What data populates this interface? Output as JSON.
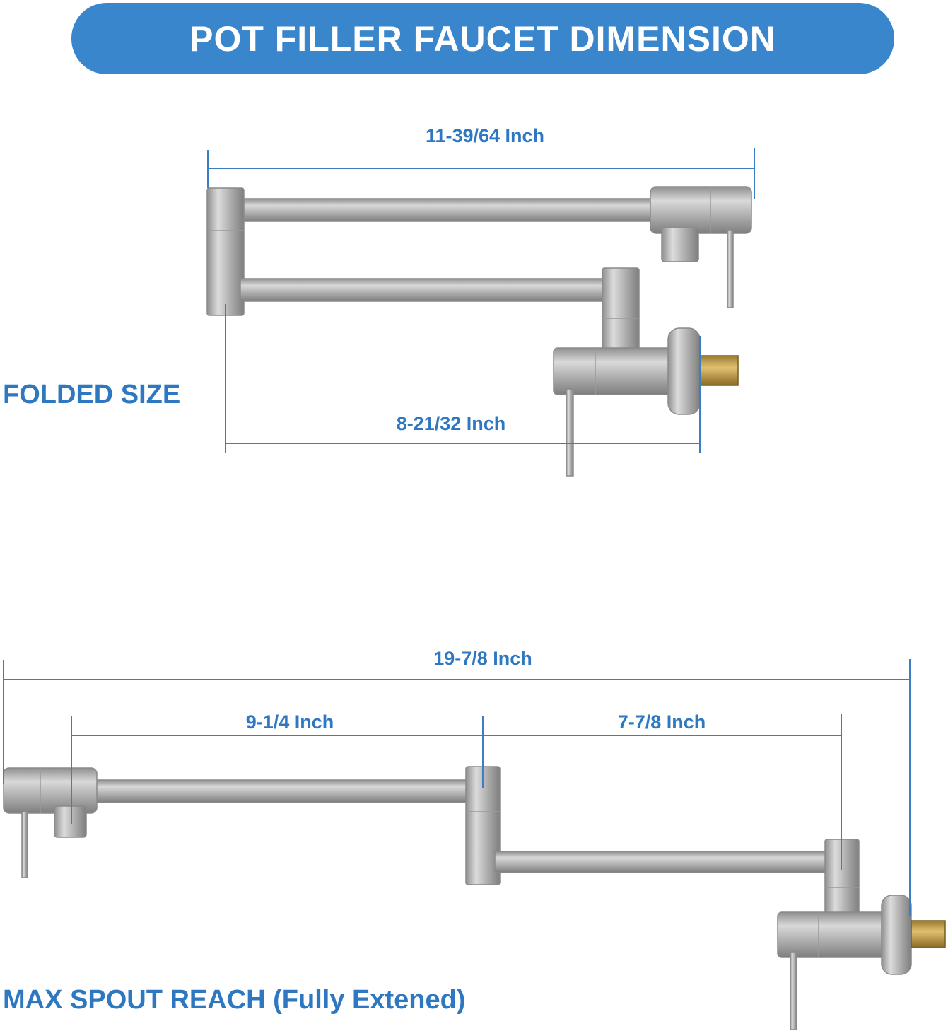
{
  "header": {
    "title": "POT FILLER FAUCET DIMENSION"
  },
  "sections": {
    "folded": {
      "label": "FOLDED SIZE",
      "top_width": "11-39/64 Inch",
      "bottom_width": "8-21/32 Inch"
    },
    "extended": {
      "label": "MAX SPOUT REACH (Fully Extened)",
      "total_width": "19-7/8 Inch",
      "first_arm": "9-1/4 Inch",
      "second_arm": "7-7/8 Inch"
    }
  },
  "colors": {
    "banner": "#3a86cc",
    "dimension_text": "#2e78c2",
    "dimension_line": "#3a7fc4",
    "steel": "#b5b5b5",
    "brass": "#c9a550"
  }
}
